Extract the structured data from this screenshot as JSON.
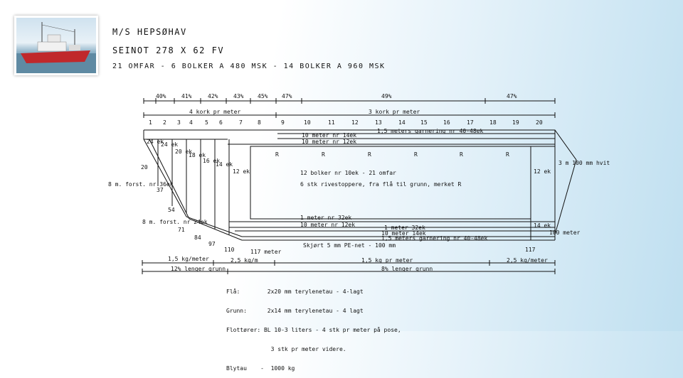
{
  "header": {
    "vessel": "M/S HEPSØHAV",
    "net": "SEINOT 278 X 62 FV",
    "details": "21 OMFAR - 6 BOLKER A 480 MSK - 14 BOLKER A 960 MSK"
  },
  "top_percentages": [
    "40%",
    "41%",
    "42%",
    "43%",
    "45%",
    "47%",
    "49%",
    "47%"
  ],
  "cork_left": "4 kork pr meter",
  "cork_right": "3 kork pr meter",
  "section_numbers": [
    "1",
    "2",
    "3",
    "4",
    "5",
    "6",
    "7",
    "8",
    "9",
    "10",
    "11",
    "12",
    "13",
    "14",
    "15",
    "16",
    "17",
    "18",
    "19",
    "20"
  ],
  "top_lines": [
    "1,5 meters garnering nr 40-48ek",
    "10 meter nr 14ek",
    "10 meter nr 12ek"
  ],
  "wing_labels": [
    "24 ek",
    "24 ek",
    "20 ek",
    "18 ek",
    "16 ek",
    "14 ek",
    "12 ek"
  ],
  "r_mark": "R",
  "center_text_1": "12 bolker nr 10ek - 21 omfar",
  "center_text_2": "6 stk rivestoppere, fra flå til grunn, merket R",
  "right_12ek": "12 ek",
  "right_14ek": "14 ek",
  "right_end_label": "3 m 100 mm hvit",
  "left_labels": {
    "n20": "20",
    "forst_top": "8 m. forst. nr 36ek",
    "n37": "37",
    "n54": "54",
    "forst_bottom": "8 m. forst. nr 24ek",
    "n71": "71",
    "n84": "84",
    "n97": "97",
    "n110": "110"
  },
  "bottom_lines": [
    "1 meter nr 32ek",
    "10 meter nr 12ek",
    "1 meter 32ek",
    "10 meter 14ek",
    "1,5 meters garnering nr 40-48ek"
  ],
  "skjort": "Skjørt 5 mm PE-net - 100 mm",
  "n117_left": "117 meter",
  "n117_right": "117",
  "hundred_meter": "100 meter",
  "weights": [
    "1,5 kg/meter",
    "2,5 kg/m",
    "1,5 kg pr meter",
    "2,5 kg/meter"
  ],
  "grunn_left": "12% lenger grunn",
  "grunn_right": "8% lenger grunn",
  "spec_lines": [
    "Flå:        2x20 mm terylenetau - 4-lagt",
    "Grunn:      2x14 mm terylenetau - 4 lagt",
    "Flottører: BL 10-3 liters - 4 stk pr meter på pose,",
    "             3 stk pr meter videre.",
    "Blytau    -  1000 kg"
  ]
}
